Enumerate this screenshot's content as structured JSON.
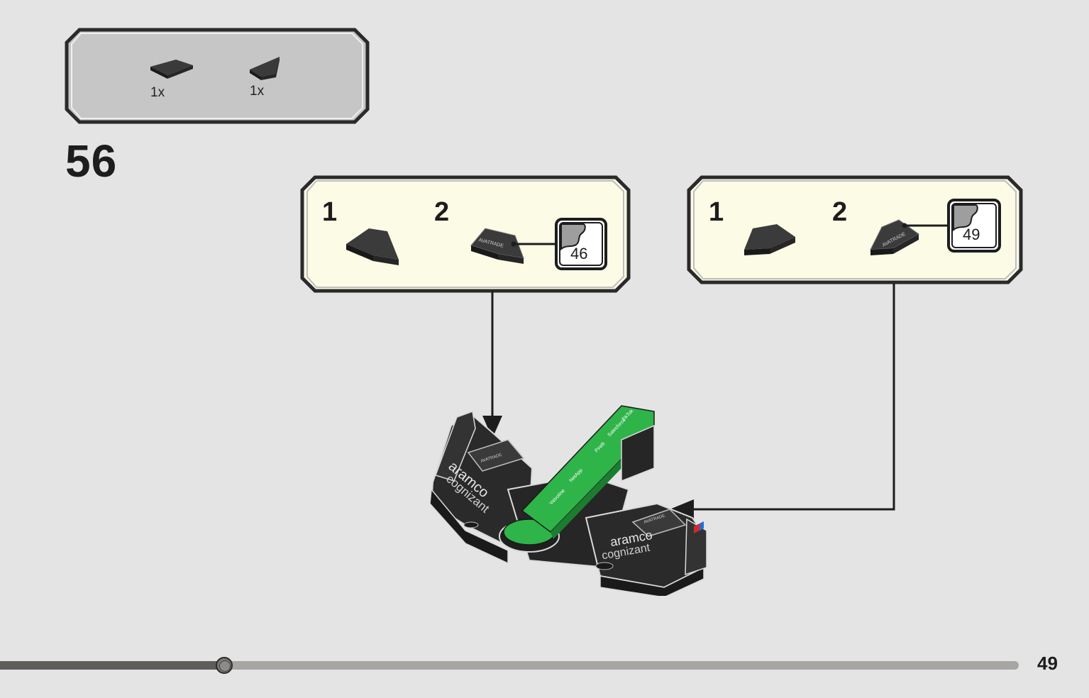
{
  "parts_list": {
    "items": [
      {
        "qty": "1x",
        "icon": "tile-2x2-triangle-icon"
      },
      {
        "qty": "1x",
        "icon": "wedge-tile-icon"
      }
    ]
  },
  "step": {
    "number": "56"
  },
  "subassembly_left": {
    "sub1_label": "1",
    "sub2_label": "2",
    "sticker_number": "46",
    "sticker_print": "AVATRADE"
  },
  "subassembly_right": {
    "sub1_label": "1",
    "sub2_label": "2",
    "sticker_number": "49",
    "sticker_print": "AVATRADE"
  },
  "model": {
    "left_print": [
      "aramco",
      "cognizant"
    ],
    "right_print": [
      "aramco",
      "cognizant"
    ],
    "tile_print": "AVATRADE",
    "boom_print": [
      "TikTok",
      "Salesforce",
      "Pirelli",
      "NetApp",
      "Valvoline"
    ]
  },
  "footer": {
    "page_number": "49",
    "progress": 0.22
  },
  "colors": {
    "background": "#e4e4e4",
    "callout_fill": "#fcfbe6",
    "parts_fill": "#c8c8c8",
    "brick_black": "#2e2e2e",
    "green_print": "#2fb44a"
  }
}
